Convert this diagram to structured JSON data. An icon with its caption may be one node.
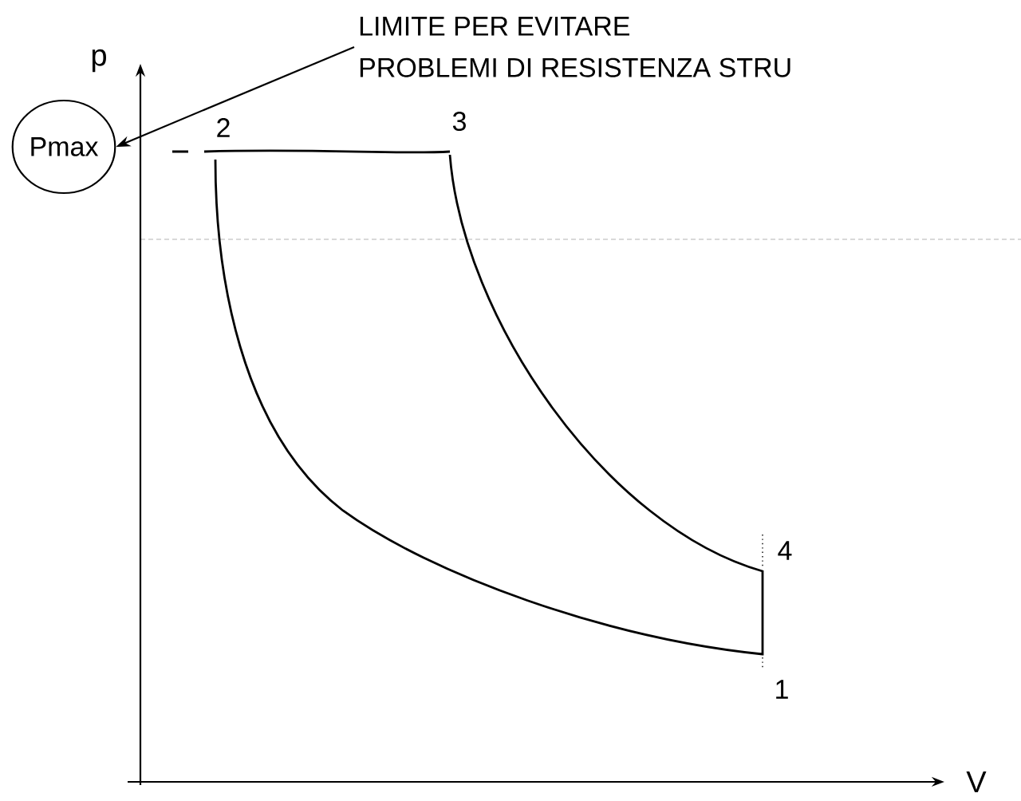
{
  "diagram": {
    "nodes": [
      {
        "text": [
          "LIMITE PER EVITARE",
          "PROBLEMI DI RESISTENZA STRU"
        ]
      },
      {
        "text": [
          "Pmax"
        ]
      }
    ],
    "edges": [
      {
        "from": 0,
        "to": 1,
        "arrow": "to"
      }
    ],
    "labels": [
      "p",
      "2",
      "3",
      "4",
      "1",
      "V"
    ]
  }
}
